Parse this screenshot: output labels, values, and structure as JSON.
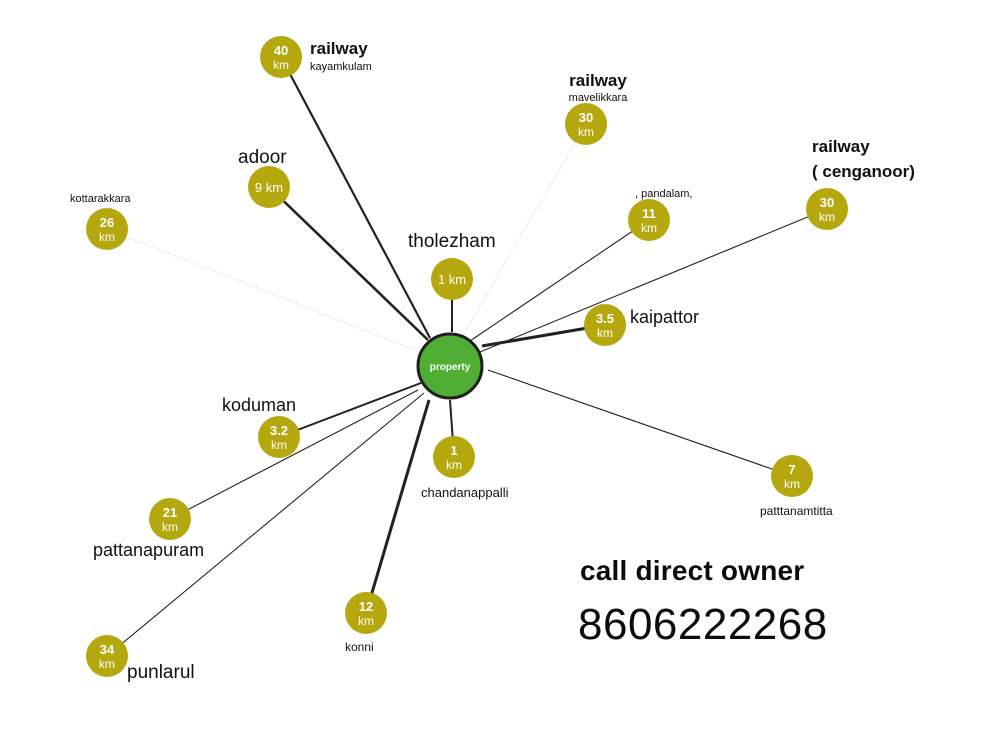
{
  "colors": {
    "node_fill": "#b5a80f",
    "center_fill": "#4fae33",
    "center_stroke": "#1f1f1f",
    "line": "#222222",
    "line_faint": "#cfcfcf"
  },
  "center": {
    "label": "property"
  },
  "destinations": [
    {
      "id": "kayamkulam",
      "value": "40",
      "unit": "km",
      "title": "railway",
      "place": "kayamkulam"
    },
    {
      "id": "mavelikkara",
      "value": "30",
      "unit": "km",
      "title": "railway",
      "place": "mavelikkara"
    },
    {
      "id": "cenganoor",
      "value": "30",
      "unit": "km",
      "title": "railway",
      "place": "( cenganoor)"
    },
    {
      "id": "adoor",
      "value": "9 km",
      "unit": "",
      "title": "",
      "place": "adoor"
    },
    {
      "id": "kottarakkara",
      "value": "26",
      "unit": "km",
      "title": "",
      "place": "kottarakkara"
    },
    {
      "id": "tholezham",
      "value": "1 km",
      "unit": "",
      "title": "",
      "place": "tholezham"
    },
    {
      "id": "pandalam",
      "value": "11",
      "unit": "km",
      "title": "",
      "place": ", pandalam,"
    },
    {
      "id": "kaipattor",
      "value": "3.5",
      "unit": "km",
      "title": "",
      "place": "kaipattor"
    },
    {
      "id": "koduman",
      "value": "3.2",
      "unit": "km",
      "title": "",
      "place": "koduman"
    },
    {
      "id": "chandanappalli",
      "value": "1",
      "unit": "km",
      "title": "",
      "place": "chandanappalli"
    },
    {
      "id": "patttanamtitta",
      "value": "7",
      "unit": "km",
      "title": "",
      "place": "patttanamtitta"
    },
    {
      "id": "pattanapuram",
      "value": "21",
      "unit": "km",
      "title": "",
      "place": "pattanapuram"
    },
    {
      "id": "konni",
      "value": "12",
      "unit": "km",
      "title": "",
      "place": "konni"
    },
    {
      "id": "punlarul",
      "value": "34",
      "unit": "km",
      "title": "",
      "place": "punlarul"
    }
  ],
  "contact": {
    "headline": "call direct owner",
    "phone": "8606222268"
  }
}
